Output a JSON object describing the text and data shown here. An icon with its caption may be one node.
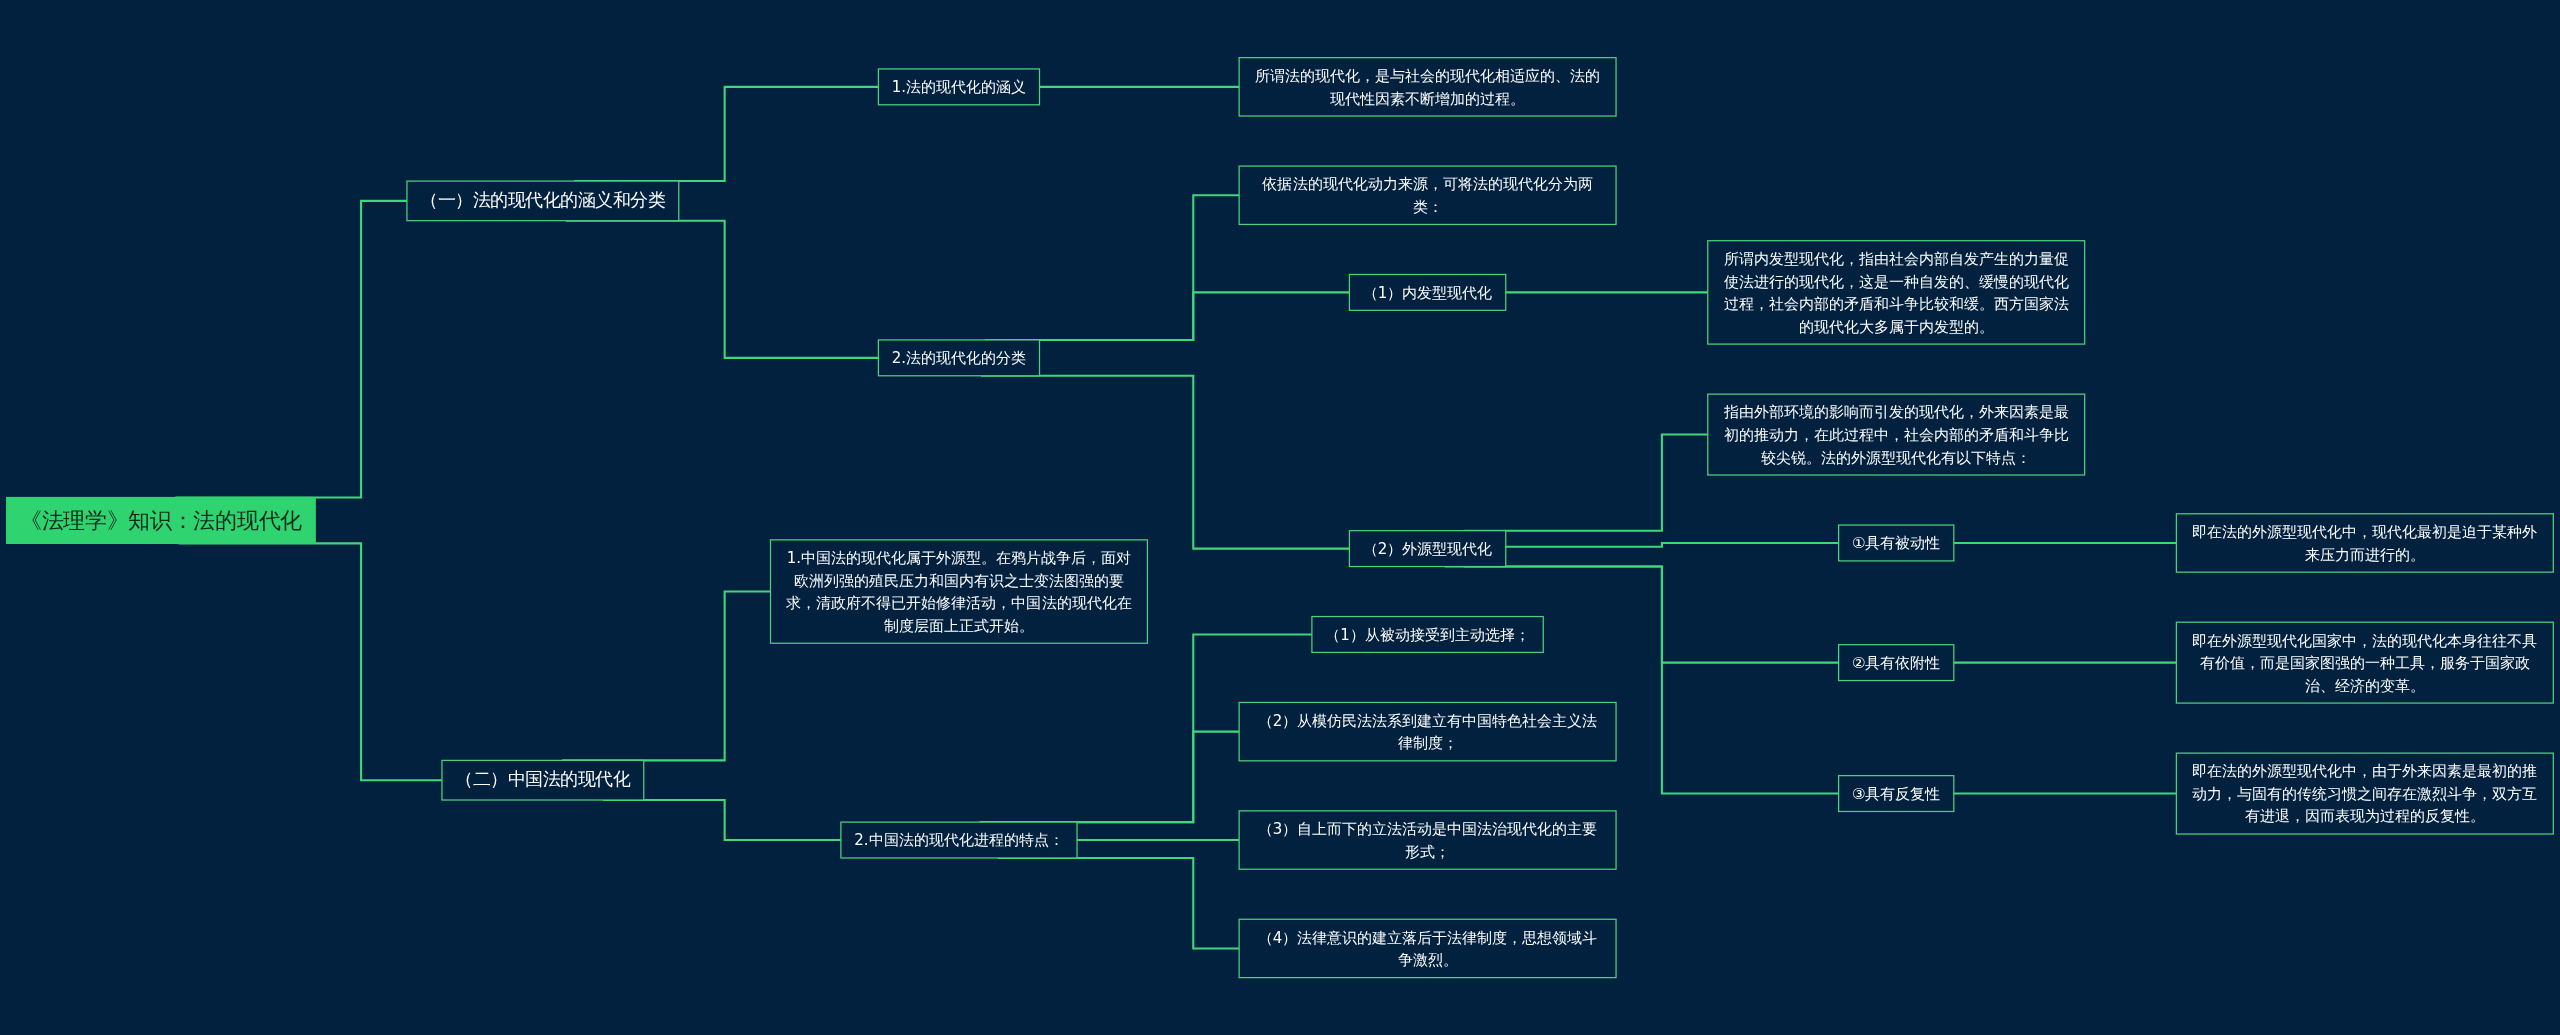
{
  "diagram": {
    "nodes": [
      {
        "text": [
          "《法理学》知识：法的现代化"
        ]
      },
      {
        "text": [
          "（一）法的现代化的涵义和分类"
        ]
      },
      {
        "text": [
          "1.法的现代化的涵义"
        ]
      },
      {
        "text": [
          "所谓法的现代化，是与社会的现代化相适应的、法的现代性因素不断增加的过程。"
        ]
      },
      {
        "text": [
          "2.法的现代化的分类"
        ]
      },
      {
        "text": [
          "依据法的现代化动力来源，可将法的现代化分为两类："
        ]
      },
      {
        "text": [
          "（1）内发型现代化"
        ]
      },
      {
        "text": [
          "所谓内发型现代化，指由社会内部自发产生的力量促使法进行的现代化，这是一种自发的、缓慢的现代化过程，社会内部的矛盾和斗争比较和缓。西方国家法的现代化大多属于内发型的。"
        ]
      },
      {
        "text": [
          "（2）外源型现代化"
        ]
      },
      {
        "text": [
          "指由外部环境的影响而引发的现代化，外来因素是最初的推动力，在此过程中，社会内部的矛盾和斗争比较尖锐。法的外源型现代化有以下特点："
        ]
      },
      {
        "text": [
          "①具有被动性"
        ]
      },
      {
        "text": [
          "即在法的外源型现代化中，现代化最初是迫于某种外来压力而进行的。"
        ]
      },
      {
        "text": [
          "②具有依附性"
        ]
      },
      {
        "text": [
          "即在外源型现代化国家中，法的现代化本身往往不具有价值，而是国家图强的一种工具，服务于国家政治、经济的变革。"
        ]
      },
      {
        "text": [
          "③具有反复性"
        ]
      },
      {
        "text": [
          "即在法的外源型现代化中，由于外来因素是最初的推动力，与固有的传统习惯之间存在激烈斗争，双方互有进退，因而表现为过程的反复性。"
        ]
      },
      {
        "text": [
          "（二）中国法的现代化"
        ]
      },
      {
        "text": [
          "1.中国法的现代化属于外源型。在鸦片战争后，面对欧洲列强的殖民压力和国内有识之士变法图强的要求，清政府不得已开始修律活动，中国法的现代化在制度层面上正式开始。"
        ]
      },
      {
        "text": [
          "2.中国法的现代化进程的特点："
        ]
      },
      {
        "text": [
          "（1）从被动接受到主动选择；"
        ]
      },
      {
        "text": [
          "（2）从模仿民法法系到建立有中国特色社会主义法律制度；"
        ]
      },
      {
        "text": [
          "（3）自上而下的立法活动是中国法治现代化的主要形式；"
        ]
      },
      {
        "text": [
          "（4）法律意识的建立落后于法律制度，思想领域斗争激烈。"
        ]
      }
    ],
    "edges": [
      {
        "from": 0,
        "to": 1,
        "arrow": "none"
      },
      {
        "from": 1,
        "to": 2,
        "arrow": "none"
      },
      {
        "from": 2,
        "to": 3,
        "arrow": "none"
      },
      {
        "from": 1,
        "to": 4,
        "arrow": "none"
      },
      {
        "from": 4,
        "to": 5,
        "arrow": "none"
      },
      {
        "from": 4,
        "to": 6,
        "arrow": "none"
      },
      {
        "from": 6,
        "to": 7,
        "arrow": "none"
      },
      {
        "from": 4,
        "to": 8,
        "arrow": "none"
      },
      {
        "from": 8,
        "to": 9,
        "arrow": "none"
      },
      {
        "from": 8,
        "to": 10,
        "arrow": "none"
      },
      {
        "from": 10,
        "to": 11,
        "arrow": "none"
      },
      {
        "from": 8,
        "to": 12,
        "arrow": "none"
      },
      {
        "from": 12,
        "to": 13,
        "arrow": "none"
      },
      {
        "from": 8,
        "to": 14,
        "arrow": "none"
      },
      {
        "from": 14,
        "to": 15,
        "arrow": "none"
      },
      {
        "from": 0,
        "to": 16,
        "arrow": "none"
      },
      {
        "from": 16,
        "to": 17,
        "arrow": "none"
      },
      {
        "from": 16,
        "to": 18,
        "arrow": "none"
      },
      {
        "from": 18,
        "to": 19,
        "arrow": "none"
      },
      {
        "from": 18,
        "to": 20,
        "arrow": "none"
      },
      {
        "from": 18,
        "to": 21,
        "arrow": "none"
      },
      {
        "from": 18,
        "to": 22,
        "arrow": "none"
      }
    ]
  }
}
